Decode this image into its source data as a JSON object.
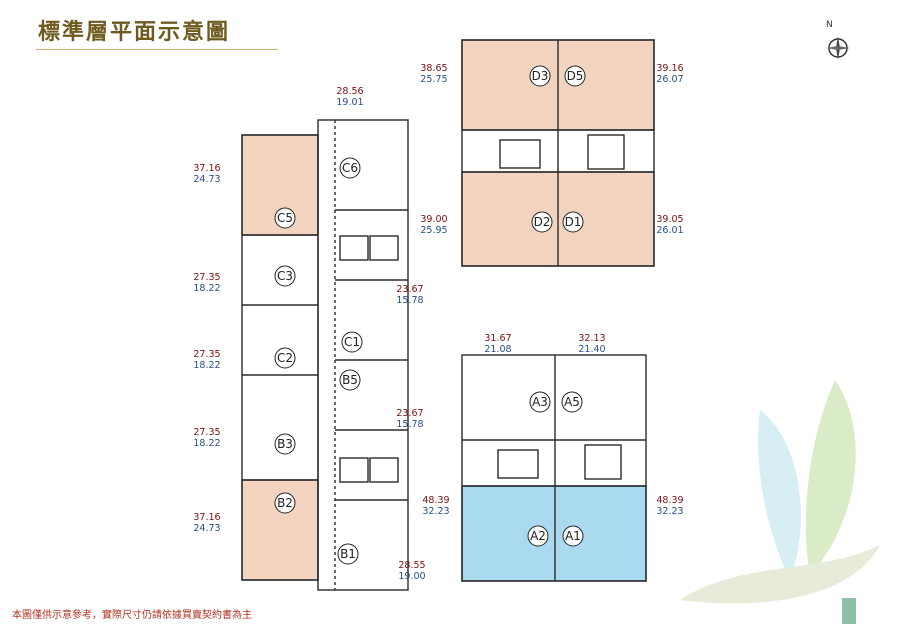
{
  "title": "標準層平面示意圖",
  "note": "本圖僅供示意參考，實際尺寸仍請依據買賣契約書為主",
  "compass": "N",
  "areas": {
    "C6": {
      "main": "28.56",
      "sub": "19.01"
    },
    "C5": {
      "main": "37.16",
      "sub": "24.73"
    },
    "C3": {
      "main": "27.35",
      "sub": "18.22"
    },
    "C2": {
      "main": "27.35",
      "sub": "18.22"
    },
    "B3": {
      "main": "27.35",
      "sub": "18.22"
    },
    "B2": {
      "main": "37.16",
      "sub": "24.73"
    },
    "C1": {
      "main": "23.67",
      "sub": "15.78"
    },
    "B5": {
      "main": "23.67",
      "sub": "15.78"
    },
    "B1": {
      "main": "28.55",
      "sub": "19.00"
    },
    "D3": {
      "main": "38.65",
      "sub": "25.75"
    },
    "D5": {
      "main": "39.16",
      "sub": "26.07"
    },
    "D2": {
      "main": "39.00",
      "sub": "25.95"
    },
    "D1": {
      "main": "39.05",
      "sub": "26.01"
    },
    "A3": {
      "main": "31.67",
      "sub": "21.08"
    },
    "A5": {
      "main": "32.13",
      "sub": "21.40"
    },
    "A2": {
      "main": "48.39",
      "sub": "32.23"
    },
    "A1": {
      "main": "48.39",
      "sub": "32.23"
    }
  },
  "units": [
    "C6",
    "C5",
    "C3",
    "C2",
    "B3",
    "B2",
    "C1",
    "B5",
    "B1",
    "D3",
    "D5",
    "D2",
    "D1",
    "A3",
    "A5",
    "A2",
    "A1"
  ],
  "colors": {
    "peach": "#f3d4c0",
    "blue": "#a9daf0",
    "line": "#2b2b2b",
    "red": "#7a1010",
    "navy": "#2a4e8a"
  }
}
